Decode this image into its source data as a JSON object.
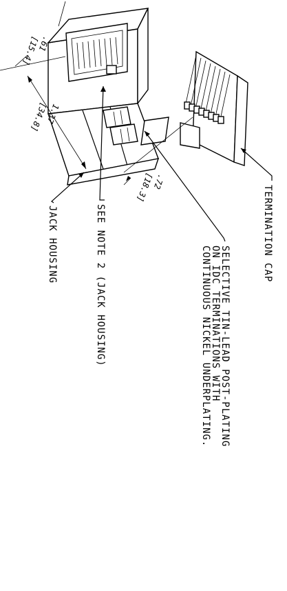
{
  "labels": {
    "termination_cap": "TERMINATION CAP",
    "selective_line1": "SELECTIVE TIN-LEAD POST-PLATING",
    "selective_line2": "ON IDC TERMINATIONS WITH",
    "selective_line3": "CONTINUOUS NICKEL UNDERPLATING.",
    "see_note": "SEE NOTE 2 (JACK HOUSING)",
    "jack_housing": "JACK HOUSING"
  },
  "dimensions": {
    "d1_in": ".61",
    "d1_mm": "[15.4]",
    "d2_in": "1.37",
    "d2_mm": "[34.8]",
    "d3_in": ".72",
    "d3_mm": "[18.3]"
  }
}
